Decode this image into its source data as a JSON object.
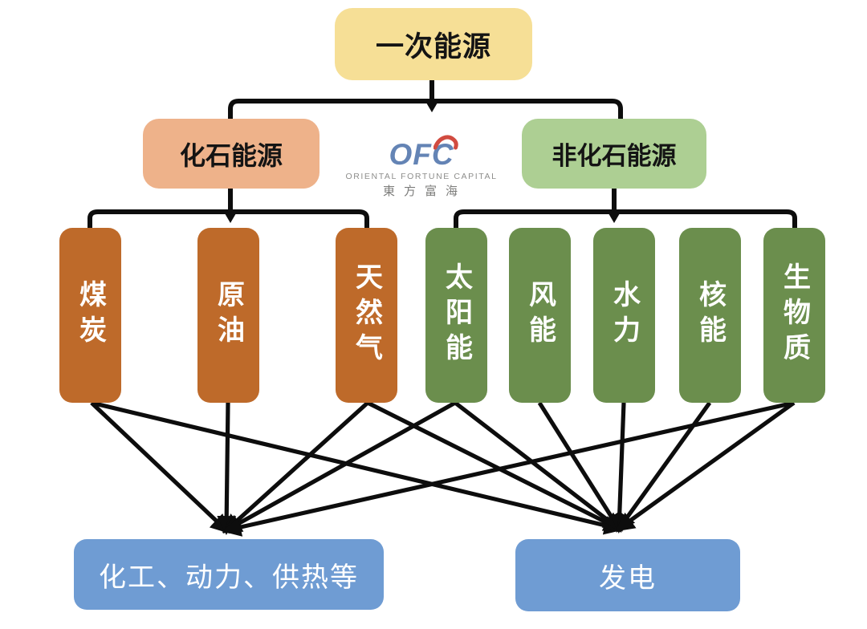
{
  "diagram": {
    "root": {
      "label": "一次能源"
    },
    "level2": [
      {
        "id": "fossil",
        "label": "化石能源"
      },
      {
        "id": "nonfossil",
        "label": "非化石能源"
      }
    ],
    "sources": [
      {
        "id": "coal",
        "label": "煤炭",
        "group": "fossil"
      },
      {
        "id": "oil",
        "label": "原油",
        "group": "fossil"
      },
      {
        "id": "gas",
        "label": "天然气",
        "group": "fossil"
      },
      {
        "id": "solar",
        "label": "太阳能",
        "group": "nonfossil"
      },
      {
        "id": "wind",
        "label": "风能",
        "group": "nonfossil"
      },
      {
        "id": "hydro",
        "label": "水力",
        "group": "nonfossil"
      },
      {
        "id": "nuclear",
        "label": "核能",
        "group": "nonfossil"
      },
      {
        "id": "biomass",
        "label": "生物质",
        "group": "nonfossil"
      }
    ],
    "uses": [
      {
        "id": "industry",
        "label": "化工、动力、供热等"
      },
      {
        "id": "power",
        "label": "发电"
      }
    ],
    "edges": [
      [
        "coal",
        "industry"
      ],
      [
        "oil",
        "industry"
      ],
      [
        "gas",
        "industry"
      ],
      [
        "solar",
        "industry"
      ],
      [
        "biomass",
        "industry"
      ],
      [
        "coal",
        "power"
      ],
      [
        "gas",
        "power"
      ],
      [
        "solar",
        "power"
      ],
      [
        "wind",
        "power"
      ],
      [
        "hydro",
        "power"
      ],
      [
        "nuclear",
        "power"
      ],
      [
        "biomass",
        "power"
      ]
    ]
  },
  "logo": {
    "wordmark_left": "OF",
    "wordmark_right": "C",
    "line1": "ORIENTAL FORTUNE CAPITAL",
    "line2": "東方富海"
  },
  "colors": {
    "primary_box": "#F6DF96",
    "fossil_box": "#EEB28A",
    "nonfossil_box": "#ADCF93",
    "fossil_source": "#BE6A2A",
    "nonfossil_source": "#6B8E4D",
    "use_box": "#6F9CD3",
    "connector": "#0D0D0D",
    "logo_blue": "#6484B5",
    "logo_red": "#D14B40",
    "logo_gray": "#8E8E8C"
  }
}
